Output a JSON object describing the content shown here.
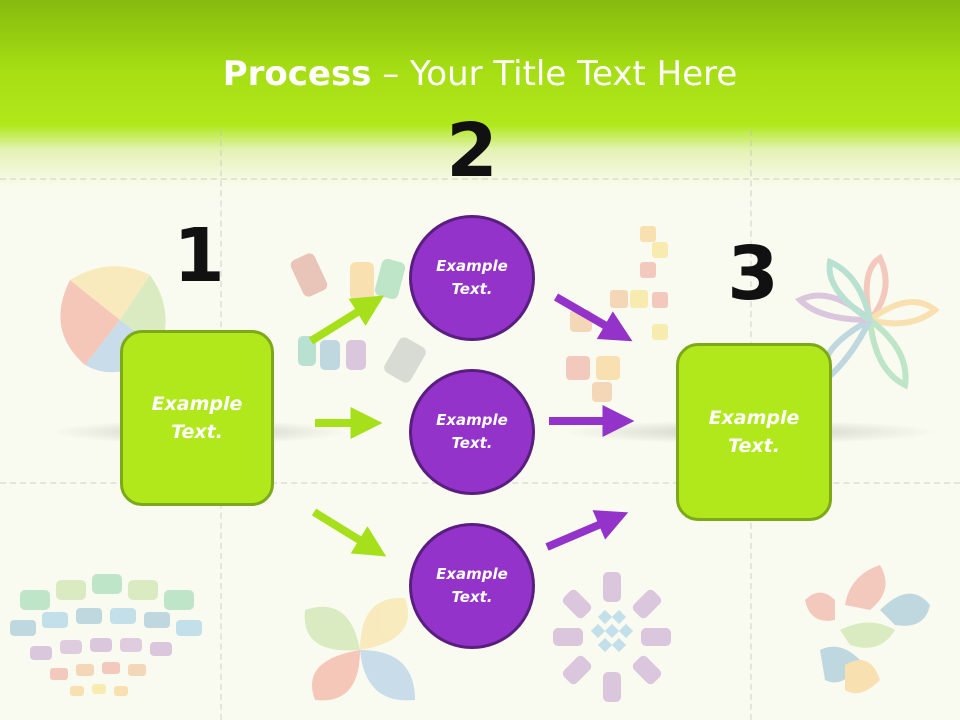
{
  "header": {
    "title_bold": "Process",
    "title_rest": " – Your Title Text Here"
  },
  "colors": {
    "green": "#b0e81c",
    "green_border": "#7da81a",
    "purple": "#9333c9",
    "purple_border": "#5a1e80",
    "green_arrow": "#a6e01a",
    "purple_arrow": "#9333c9"
  },
  "steps": [
    {
      "number": "1",
      "text": "Example\nText."
    },
    {
      "number": "2",
      "items": [
        {
          "text": "Example\nText."
        },
        {
          "text": "Example\nText."
        },
        {
          "text": "Example\nText."
        }
      ]
    },
    {
      "number": "3",
      "text": "Example\nText."
    }
  ]
}
